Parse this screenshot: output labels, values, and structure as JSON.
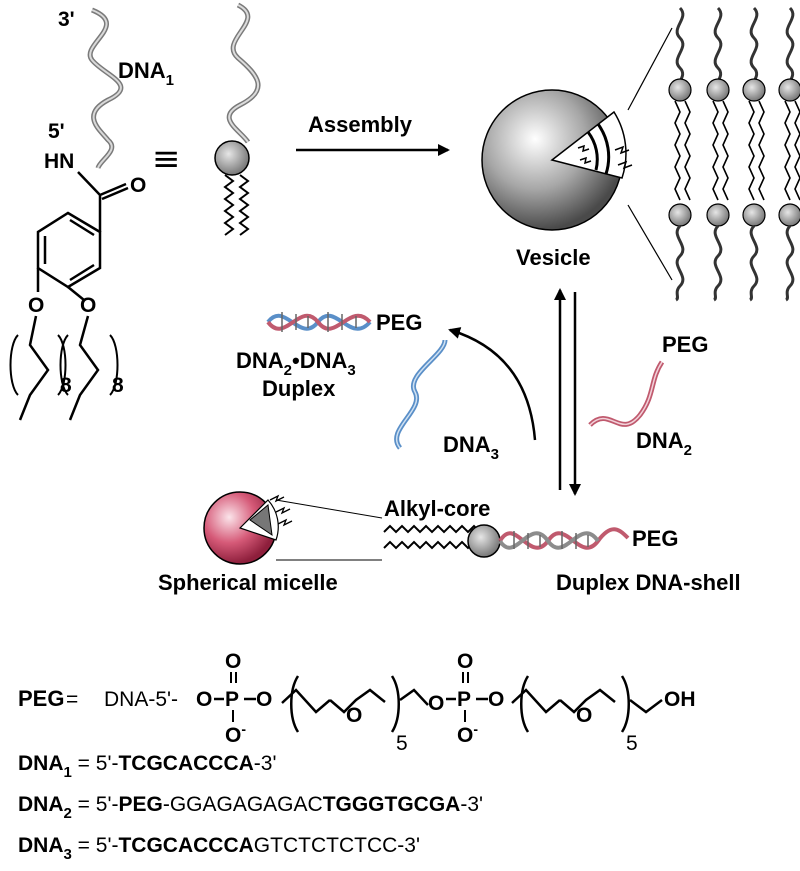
{
  "labels": {
    "end3": "3'",
    "end5": "5'",
    "dna1_name": "DNA",
    "dna1_sub": "1",
    "nh": "HN",
    "oxygen": "O",
    "chain_n": "8",
    "equiv": "≡",
    "assembly": "Assembly",
    "vesicle": "Vesicle",
    "peg_top": "PEG",
    "duplex_dna": "DNA",
    "duplex_sub2": "2",
    "duplex_dot": "•",
    "duplex_sub3": "3",
    "duplex_word": "Duplex",
    "dna3_name": "DNA",
    "dna3_sub": "3",
    "dna2_peg": "PEG",
    "dna2_name": "DNA",
    "dna2_sub": "2",
    "alkyl_core": "Alkyl-core",
    "peg_shell": "PEG",
    "micelle": "Spherical micelle",
    "duplex_shell": "Duplex DNA-shell"
  },
  "peg_formula": {
    "lhs": "PEG",
    "eq": "=",
    "dna5": "DNA-5'-",
    "O": "O",
    "P": "P",
    "Ominus": "O",
    "minus": "-",
    "n": "5",
    "oh": "OH"
  },
  "sequences": [
    {
      "name": "DNA",
      "sub": "1",
      "eq": " = ",
      "pre": "5'-",
      "bold1": "TCGCACCCA",
      "mid": "",
      "bold2": "",
      "post": "-3'"
    },
    {
      "name": "DNA",
      "sub": "2",
      "eq": " = ",
      "pre": "5'-",
      "bold1": "PEG",
      "mid": "-GGAGAGAGAC",
      "bold2": "TGGGTGCGA",
      "post": "-3'"
    },
    {
      "name": "DNA",
      "sub": "3",
      "eq": " = ",
      "pre": "5'-",
      "bold1": "TCGCACCCA",
      "mid": "GTCTCTCTCC-3'",
      "bold2": "",
      "post": ""
    }
  ],
  "colors": {
    "strand_gray": "#8c8c8c",
    "vesicle_gray": "#9a9a9a",
    "micelle_red": "#c8405e",
    "dna_blue": "#5a8fc8",
    "dna_red": "#c05a6e",
    "sphere_head": "#a8a8a8"
  }
}
